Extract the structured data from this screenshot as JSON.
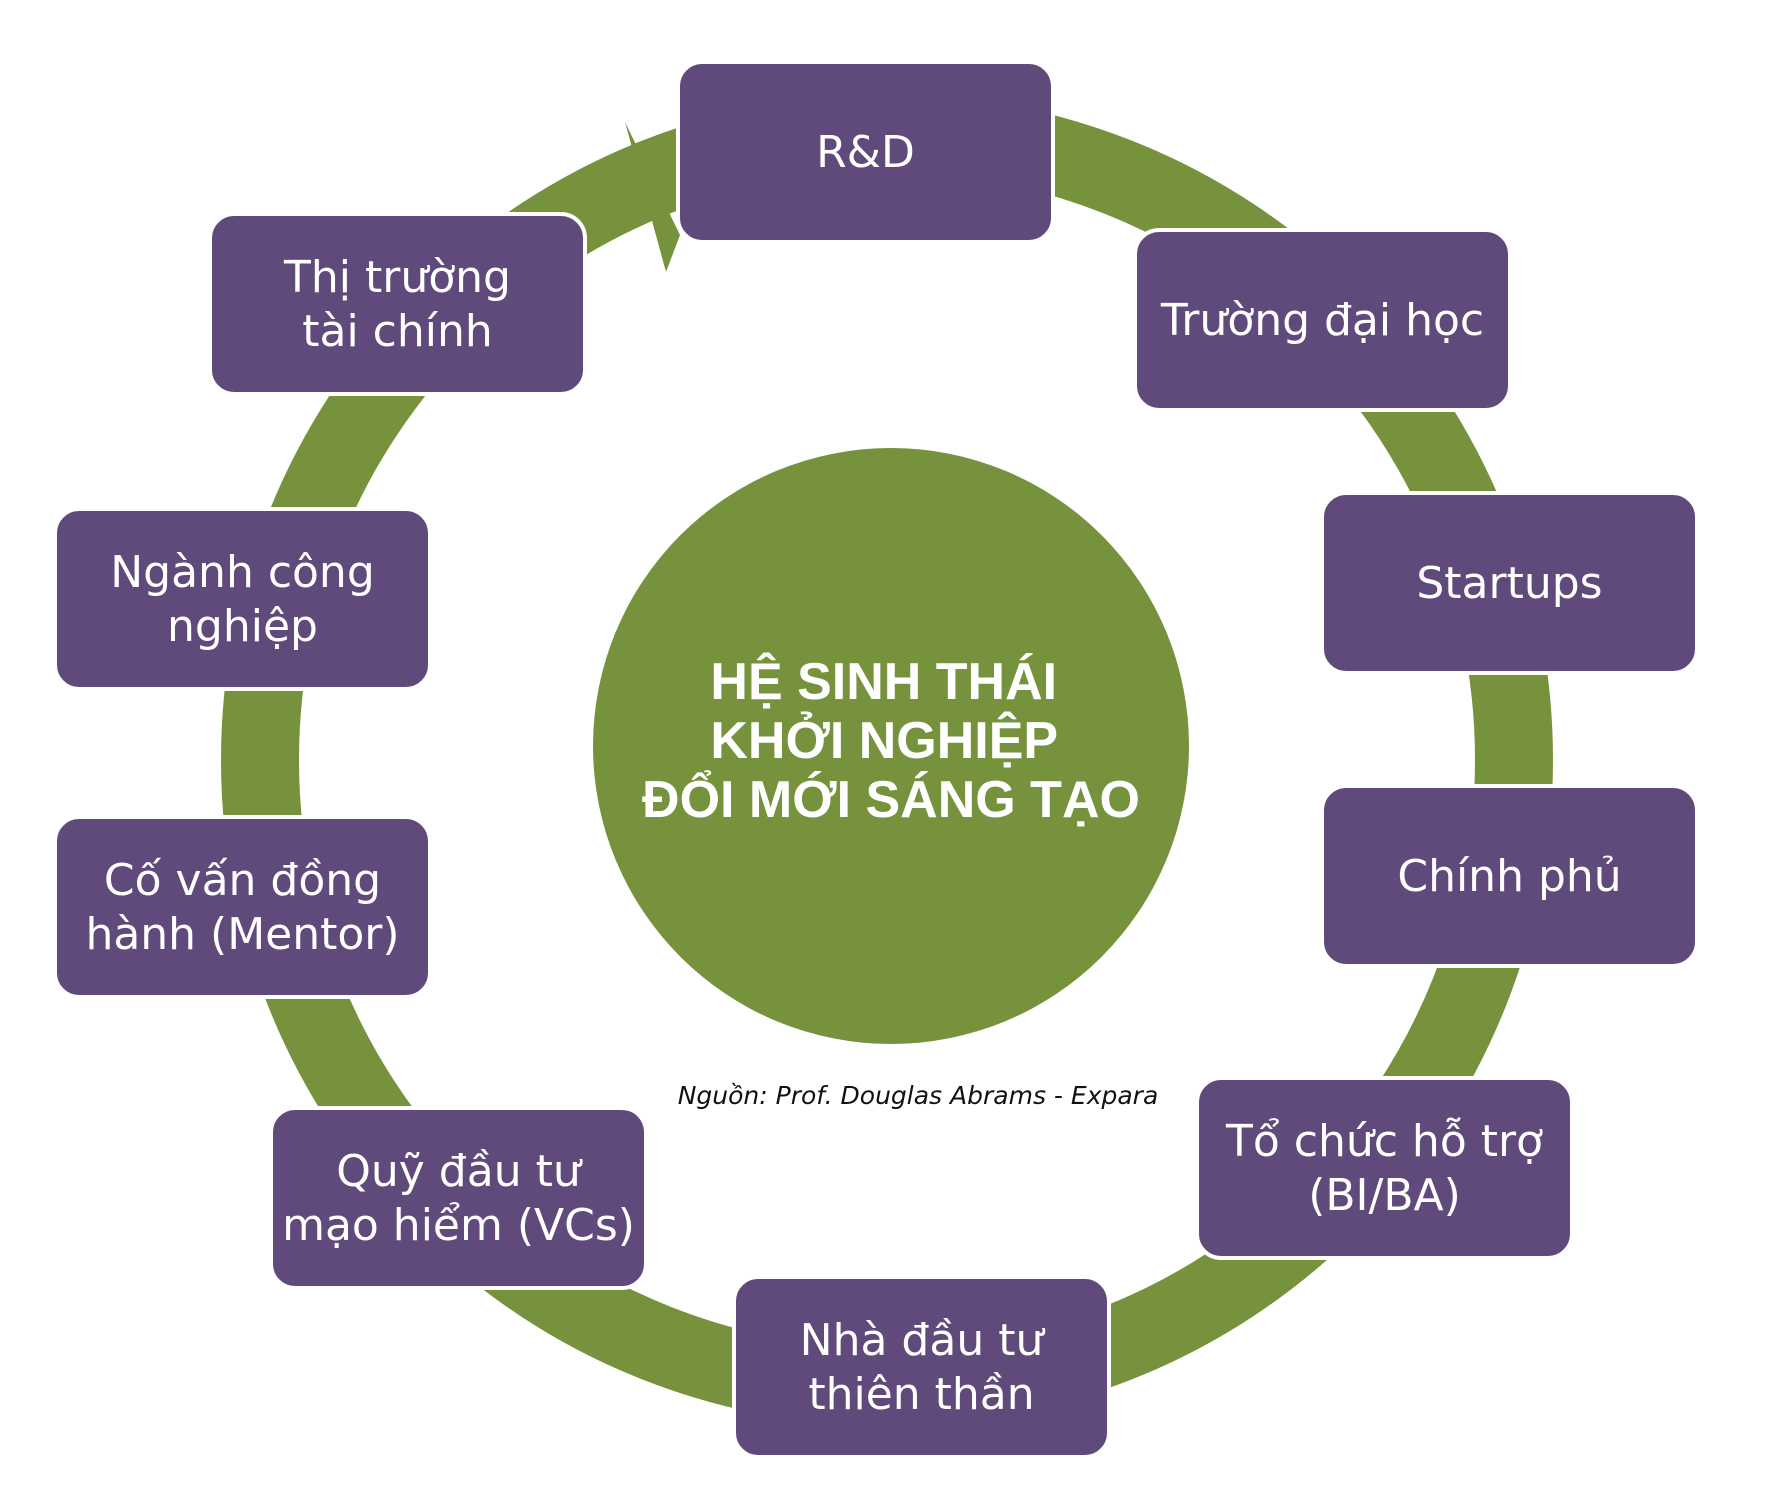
{
  "colors": {
    "ring": "#76923c",
    "node_fill": "#604a7b",
    "center_fill": "#76923c",
    "text": "#ffffff",
    "source_text": "#111111"
  },
  "center": {
    "lines": [
      "HỆ SINH THÁI",
      "KHỞI NGHIỆP",
      "ĐỔI MỚI SÁNG TẠO"
    ]
  },
  "source": "Nguồn: Prof. Douglas Abrams - Expara",
  "nodes": [
    {
      "id": "rnd",
      "lines": [
        "R&D"
      ]
    },
    {
      "id": "university",
      "lines": [
        "Trường đại học"
      ]
    },
    {
      "id": "startups",
      "lines": [
        "Startups"
      ]
    },
    {
      "id": "government",
      "lines": [
        "Chính phủ"
      ]
    },
    {
      "id": "support-org",
      "lines": [
        "Tổ chức hỗ trợ",
        "(BI/BA)"
      ]
    },
    {
      "id": "angel-investor",
      "lines": [
        "Nhà đầu tư",
        "thiên thần"
      ]
    },
    {
      "id": "venture-capital",
      "lines": [
        "Quỹ đầu tư",
        "mạo hiểm (VCs)"
      ]
    },
    {
      "id": "mentor",
      "lines": [
        "Cố vấn đồng",
        "hành (Mentor)"
      ]
    },
    {
      "id": "industry",
      "lines": [
        "Ngành công",
        "nghiệp"
      ]
    },
    {
      "id": "financial-market",
      "lines": [
        "Thị trường",
        "tài chính"
      ]
    }
  ]
}
